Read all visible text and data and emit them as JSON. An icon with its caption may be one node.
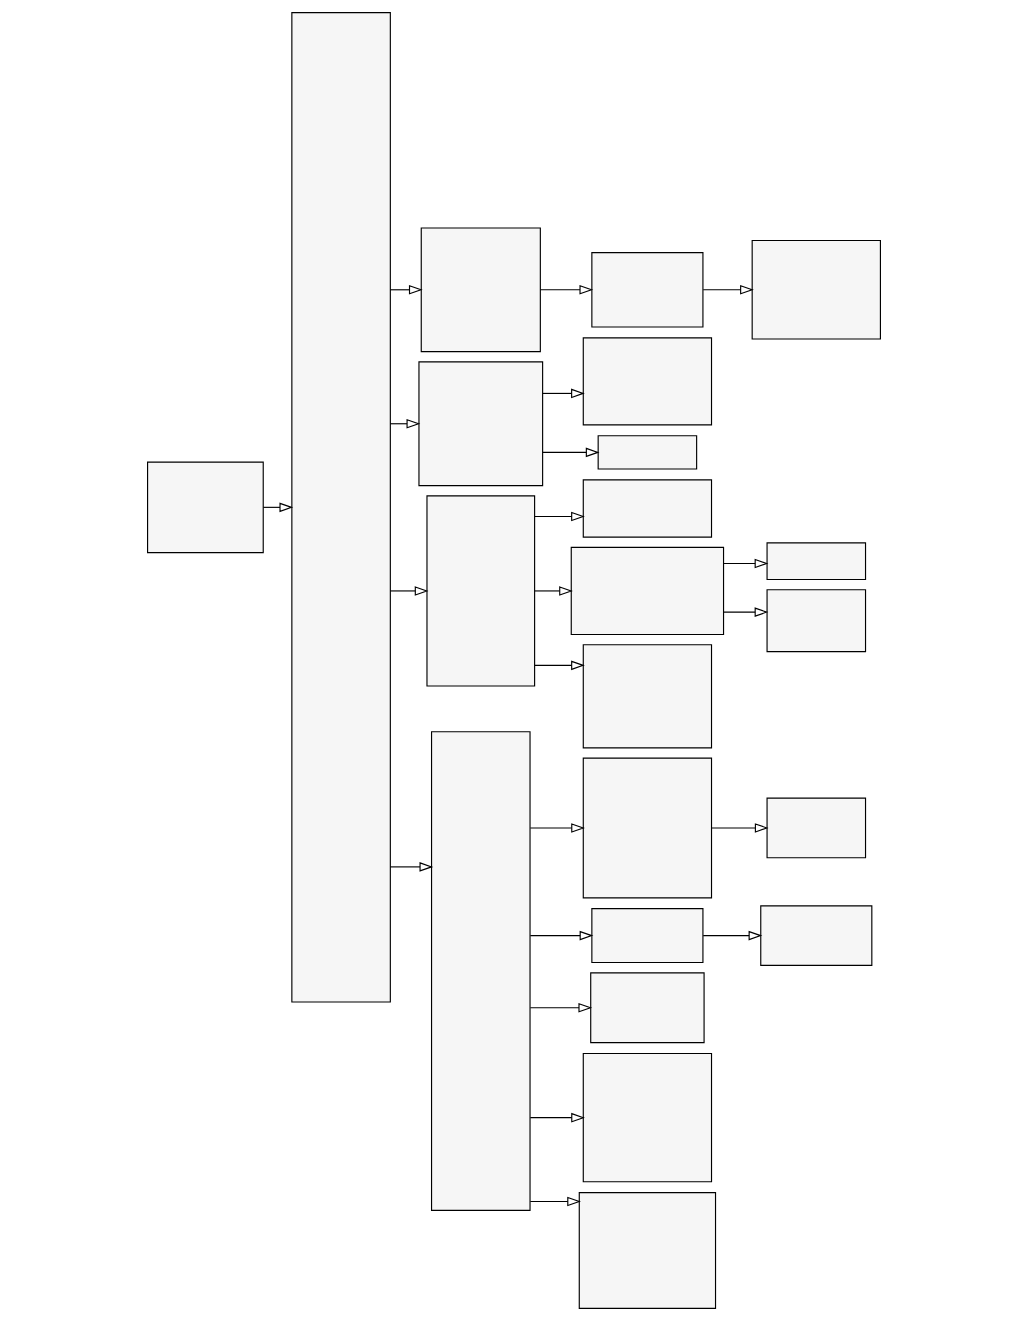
{
  "diagram": {
    "nodes": [
      {
        "text": [],
        "shape": "box"
      },
      {
        "text": [],
        "shape": "box"
      },
      {
        "text": [],
        "shape": "box"
      },
      {
        "text": [],
        "shape": "box"
      },
      {
        "text": [],
        "shape": "box"
      },
      {
        "text": [],
        "shape": "box"
      },
      {
        "text": [],
        "shape": "box"
      },
      {
        "text": [],
        "shape": "box"
      },
      {
        "text": [],
        "shape": "box"
      },
      {
        "text": [],
        "shape": "box"
      },
      {
        "text": [],
        "shape": "box"
      },
      {
        "text": [],
        "shape": "box"
      },
      {
        "text": [],
        "shape": "box"
      },
      {
        "text": [],
        "shape": "box"
      },
      {
        "text": [],
        "shape": "box"
      },
      {
        "text": [],
        "shape": "box"
      },
      {
        "text": [],
        "shape": "box"
      },
      {
        "text": [],
        "shape": "box"
      },
      {
        "text": [],
        "shape": "box"
      },
      {
        "text": [],
        "shape": "box"
      },
      {
        "text": [],
        "shape": "box"
      },
      {
        "text": [],
        "shape": "box"
      }
    ],
    "edges": [
      {
        "from": 0,
        "to": 1,
        "arrow": "to"
      },
      {
        "from": 1,
        "to": 2,
        "arrow": "to"
      },
      {
        "from": 1,
        "to": 3,
        "arrow": "to"
      },
      {
        "from": 1,
        "to": 4,
        "arrow": "to"
      },
      {
        "from": 1,
        "to": 5,
        "arrow": "to"
      },
      {
        "from": 2,
        "to": 6,
        "arrow": "to"
      },
      {
        "from": 6,
        "to": 16,
        "arrow": "to"
      },
      {
        "from": 3,
        "to": 7,
        "arrow": "to"
      },
      {
        "from": 3,
        "to": 8,
        "arrow": "to"
      },
      {
        "from": 4,
        "to": 9,
        "arrow": "to"
      },
      {
        "from": 4,
        "to": 10,
        "arrow": "to"
      },
      {
        "from": 10,
        "to": 17,
        "arrow": "to"
      },
      {
        "from": 10,
        "to": 18,
        "arrow": "to"
      },
      {
        "from": 4,
        "to": 19,
        "arrow": "to"
      },
      {
        "from": 5,
        "to": 11,
        "arrow": "to"
      },
      {
        "from": 11,
        "to": 20,
        "arrow": "to"
      },
      {
        "from": 5,
        "to": 12,
        "arrow": "to"
      },
      {
        "from": 12,
        "to": 21,
        "arrow": "to"
      },
      {
        "from": 5,
        "to": 13,
        "arrow": "to"
      },
      {
        "from": 5,
        "to": 14,
        "arrow": "to"
      },
      {
        "from": 5,
        "to": 15,
        "arrow": "to"
      }
    ]
  }
}
